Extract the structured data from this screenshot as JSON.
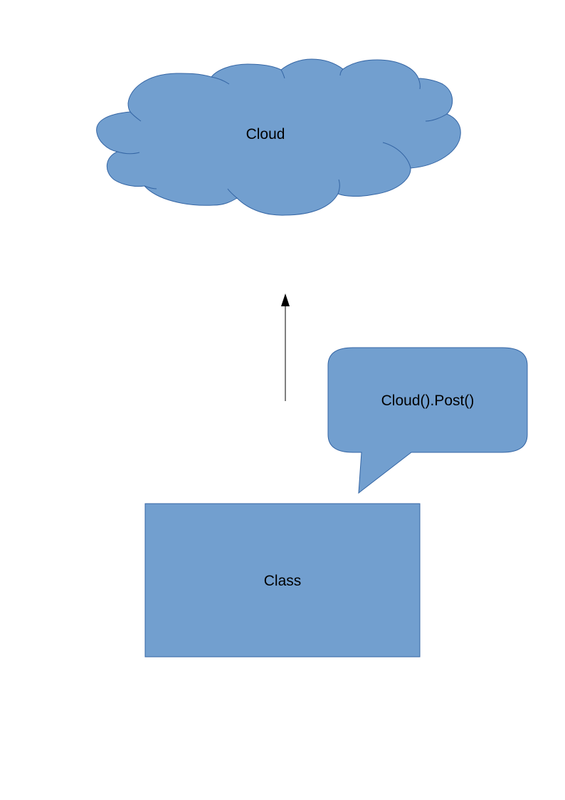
{
  "colors": {
    "background": "#ffffff",
    "shape_fill": "#729fcf",
    "shape_stroke": "#3465a4",
    "arrow": "#000000",
    "text": "#000000"
  },
  "diagram": {
    "cloud": {
      "label": "Cloud"
    },
    "callout": {
      "label": "Cloud().Post()"
    },
    "class_box": {
      "label": "Class"
    },
    "arrow": {
      "direction": "up"
    }
  }
}
